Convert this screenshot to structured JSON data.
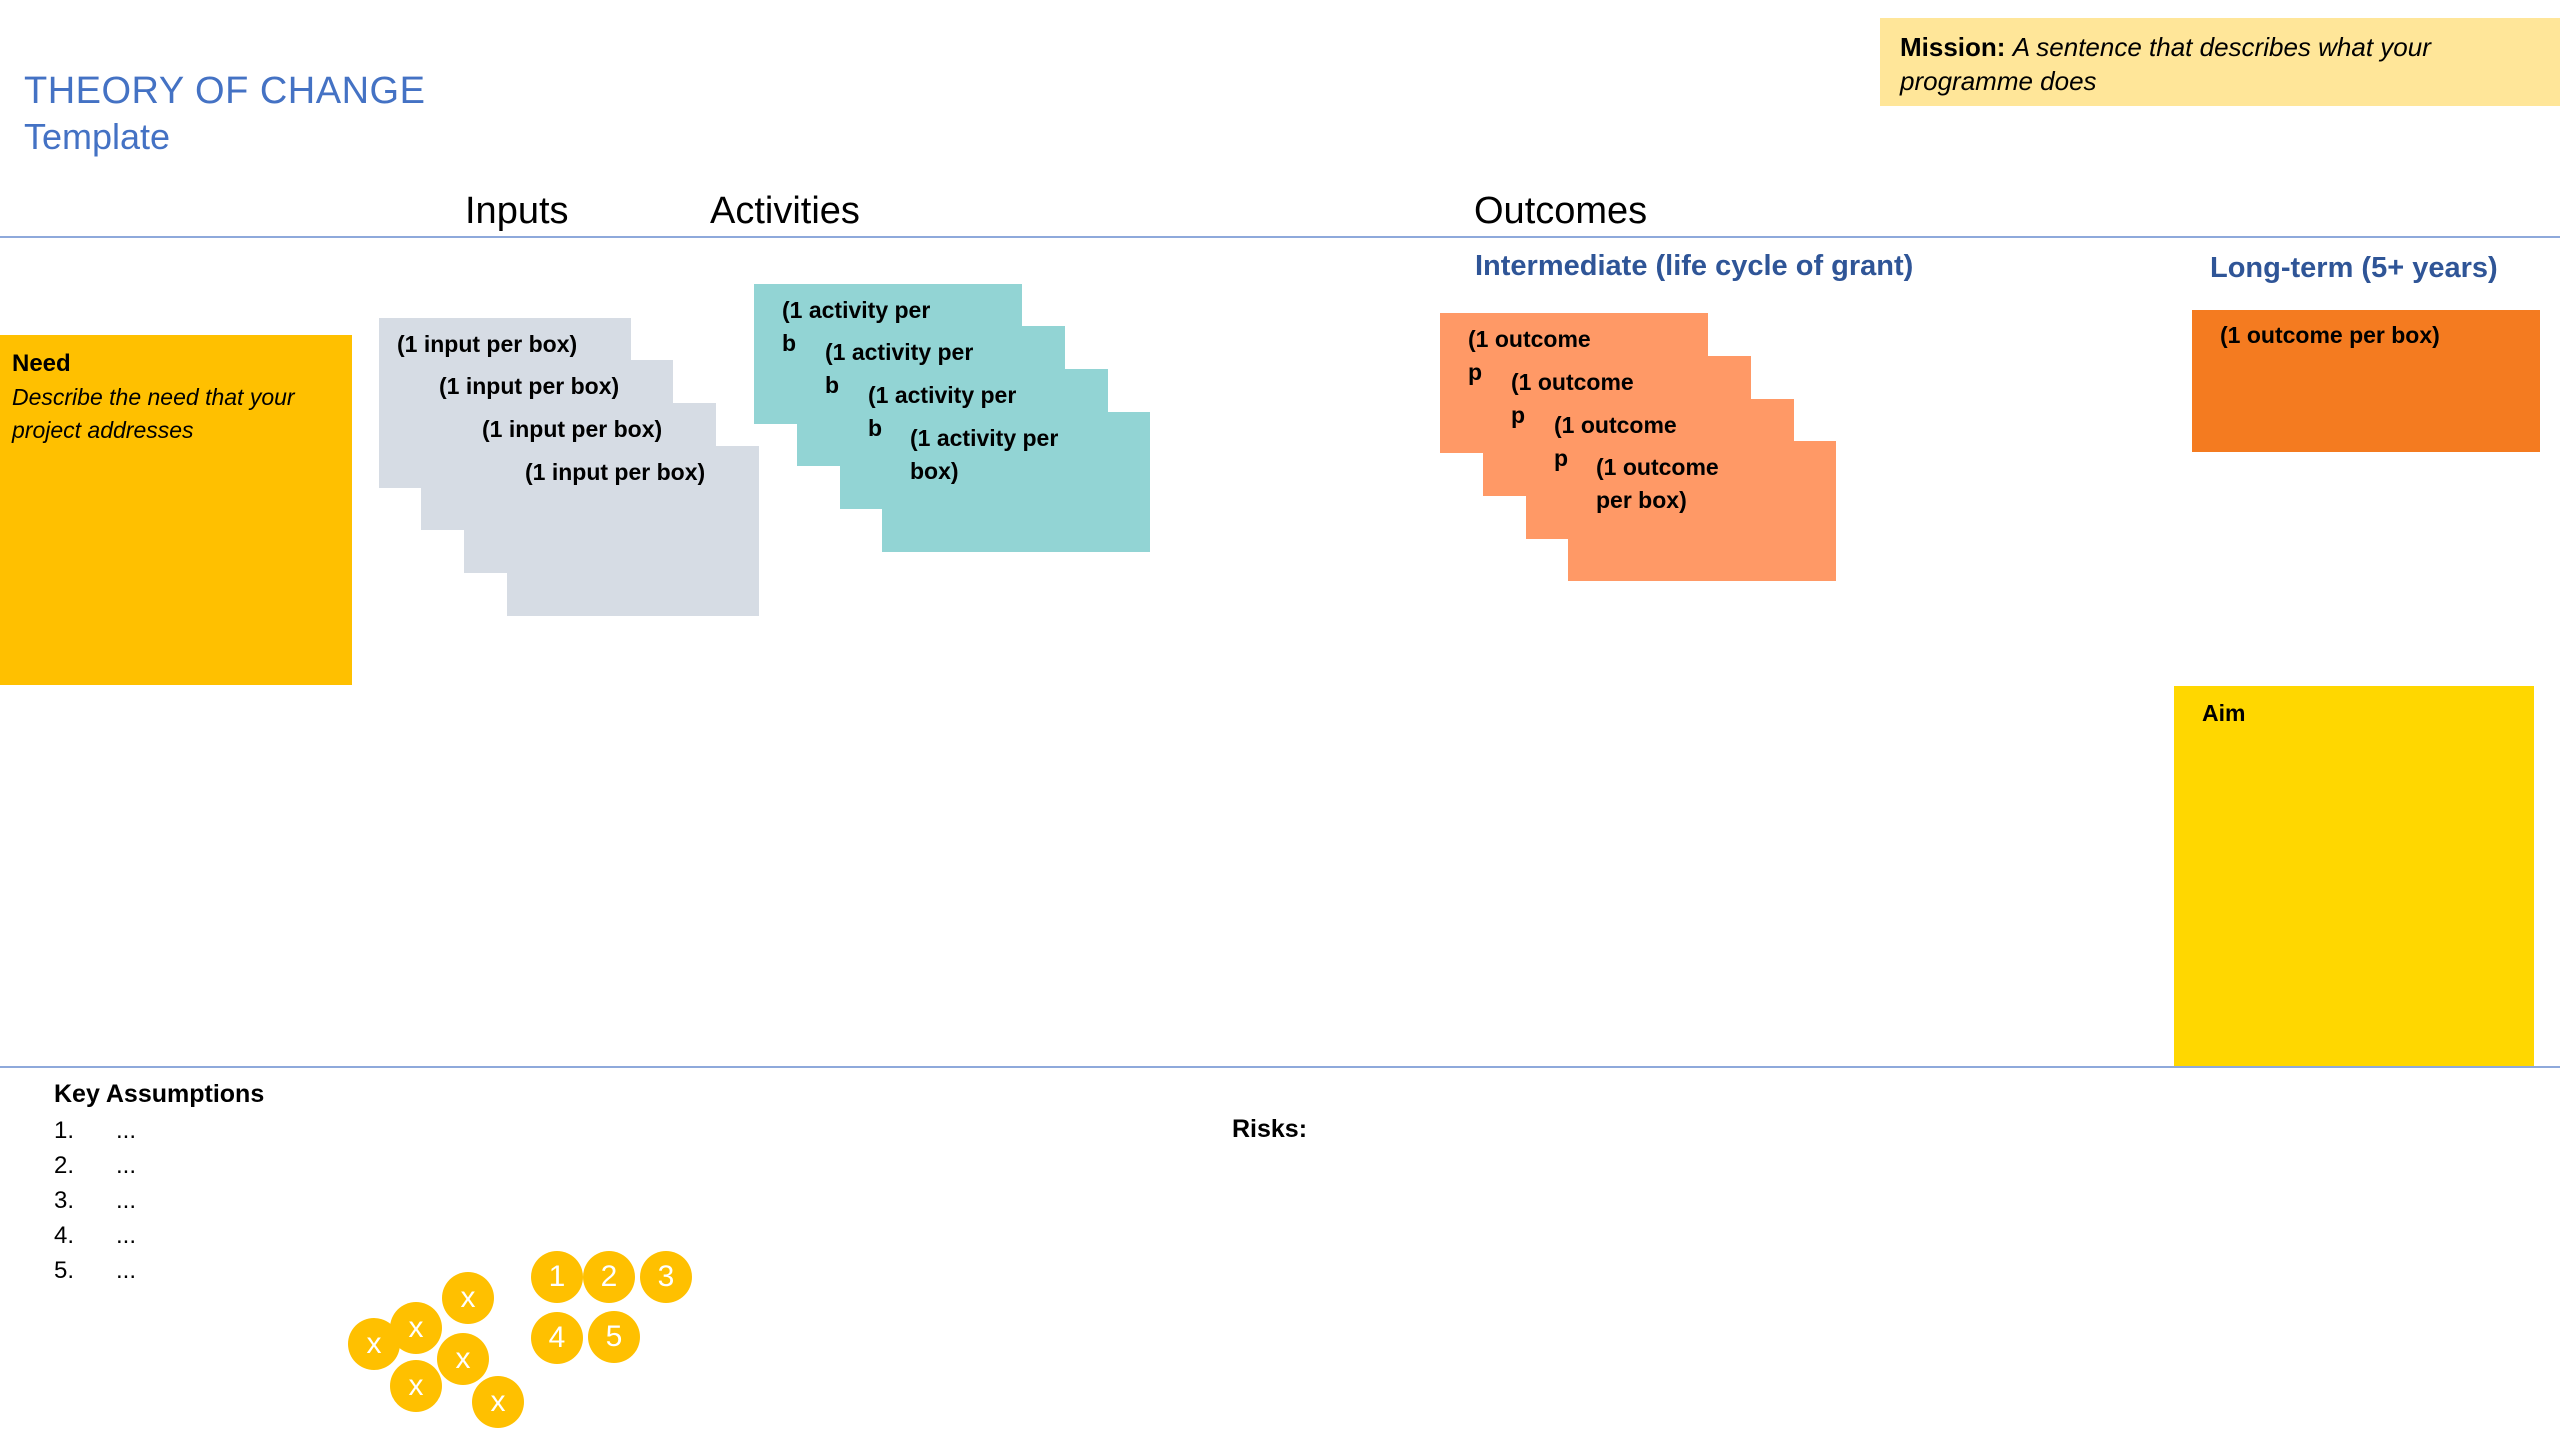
{
  "title": {
    "main": "THEORY OF CHANGE",
    "sub": "Template"
  },
  "mission": {
    "label": "Mission:",
    "text": "A sentence that describes what your programme does"
  },
  "columns": {
    "inputs": "Inputs",
    "activities": "Activities",
    "outcomes": "Outcomes"
  },
  "outcome_subheads": {
    "intermediate": "Intermediate (life cycle of grant)",
    "long_term": "Long-term (5+ years)"
  },
  "need": {
    "label": "Need",
    "description": "Describe the need that your project addresses"
  },
  "inputs": [
    "(1 input per box)",
    "(1 input per box)",
    "(1 input per box)",
    "(1 input per box)"
  ],
  "activities": [
    "(1 activity per\nb",
    "(1 activity per\nb",
    "(1 activity per\nb",
    "(1 activity per\nbox)"
  ],
  "intermediate_outcomes": [
    "(1 outcome\np",
    "(1 outcome\np",
    "(1 outcome\np",
    "(1 outcome\nper box)"
  ],
  "long_term_outcome": "(1 outcome per box)",
  "aim": {
    "label": "Aim"
  },
  "key_assumptions": {
    "title": "Key Assumptions",
    "items": [
      {
        "num": "1.",
        "text": "..."
      },
      {
        "num": "2.",
        "text": "..."
      },
      {
        "num": "3.",
        "text": "..."
      },
      {
        "num": "4.",
        "text": "..."
      },
      {
        "num": "5.",
        "text": "..."
      }
    ]
  },
  "risks": {
    "label": "Risks:"
  },
  "circles": {
    "x_marks": [
      "x",
      "x",
      "x",
      "x",
      "x",
      "x"
    ],
    "numbers": [
      "1",
      "2",
      "3",
      "4",
      "5"
    ]
  },
  "colors": {
    "title_blue": "#4472C4",
    "subhead_blue": "#2F5597",
    "need_fill": "#FFC000",
    "input_fill": "#D6DCE4",
    "activity_fill": "#92D4D4",
    "intermediate_fill": "#FF9966",
    "long_term_fill": "#F47B20",
    "aim_fill": "#FFD700",
    "mission_fill": "#FFE699",
    "circle_fill": "#FFC000"
  }
}
